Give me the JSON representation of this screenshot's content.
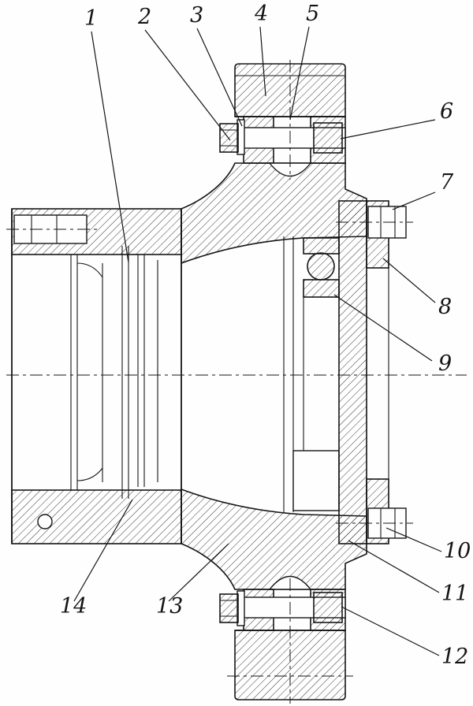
{
  "figure": {
    "kind": "sectional-assembly-drawing",
    "description": "Cross-section of a wheel hub / bearing assembly with numbered part callouts",
    "background_color": "#fefefe",
    "line_color": "#161616"
  },
  "callouts": [
    {
      "label": "1",
      "text": [
        107,
        32
      ],
      "line": [
        116,
        40,
        163,
        333
      ]
    },
    {
      "label": "2",
      "text": [
        175,
        30
      ],
      "line": [
        184,
        38,
        292,
        178
      ]
    },
    {
      "label": "3",
      "text": [
        241,
        28
      ],
      "line": [
        250,
        36,
        307,
        160
      ]
    },
    {
      "label": "4",
      "text": [
        323,
        26
      ],
      "line": [
        330,
        34,
        337,
        122
      ]
    },
    {
      "label": "5",
      "text": [
        388,
        26
      ],
      "line": [
        392,
        34,
        368,
        152
      ]
    },
    {
      "label": "6",
      "text": [
        558,
        150
      ],
      "line": [
        552,
        152,
        432,
        176
      ]
    },
    {
      "label": "7",
      "text": [
        558,
        240
      ],
      "line": [
        552,
        244,
        498,
        266
      ]
    },
    {
      "label": "8",
      "text": [
        556,
        398
      ],
      "line": [
        552,
        384,
        486,
        328
      ]
    },
    {
      "label": "9",
      "text": [
        556,
        470
      ],
      "line": [
        548,
        458,
        424,
        374
      ]
    },
    {
      "label": "10",
      "text": [
        563,
        708
      ],
      "line": [
        560,
        700,
        490,
        670
      ]
    },
    {
      "label": "11",
      "text": [
        560,
        762
      ],
      "line": [
        557,
        752,
        442,
        686
      ]
    },
    {
      "label": "12",
      "text": [
        560,
        842
      ],
      "line": [
        557,
        832,
        433,
        770
      ]
    },
    {
      "label": "13",
      "text": [
        198,
        778
      ],
      "line": [
        214,
        763,
        290,
        690
      ]
    },
    {
      "label": "14",
      "text": [
        76,
        778
      ],
      "line": [
        94,
        763,
        168,
        634
      ]
    }
  ]
}
